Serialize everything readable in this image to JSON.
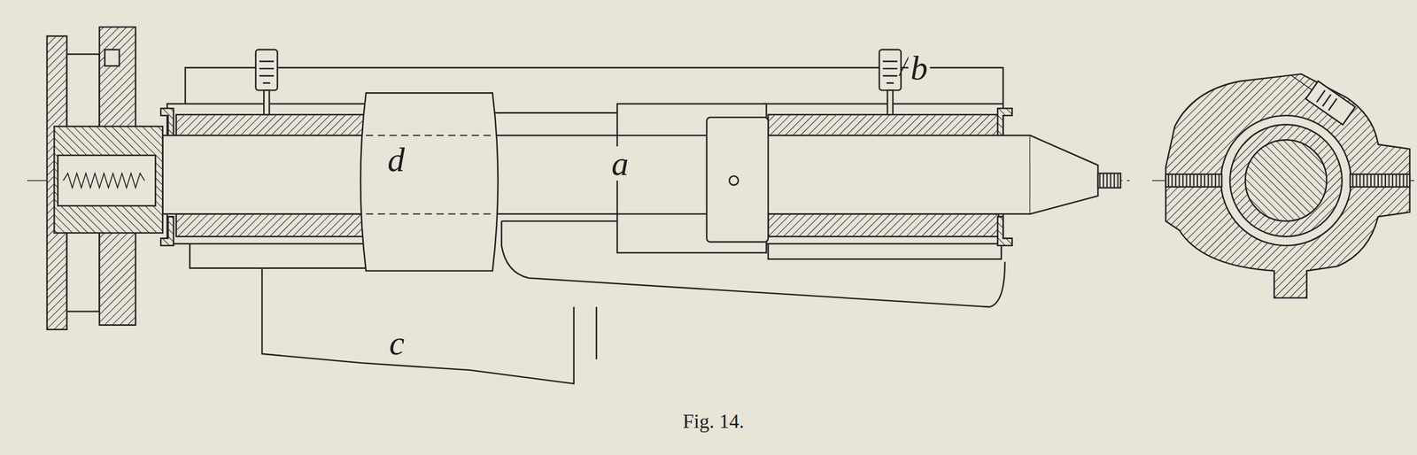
{
  "diagram": {
    "caption": "Fig. 14.",
    "labels": [
      "d",
      "a",
      "b",
      "c"
    ]
  }
}
